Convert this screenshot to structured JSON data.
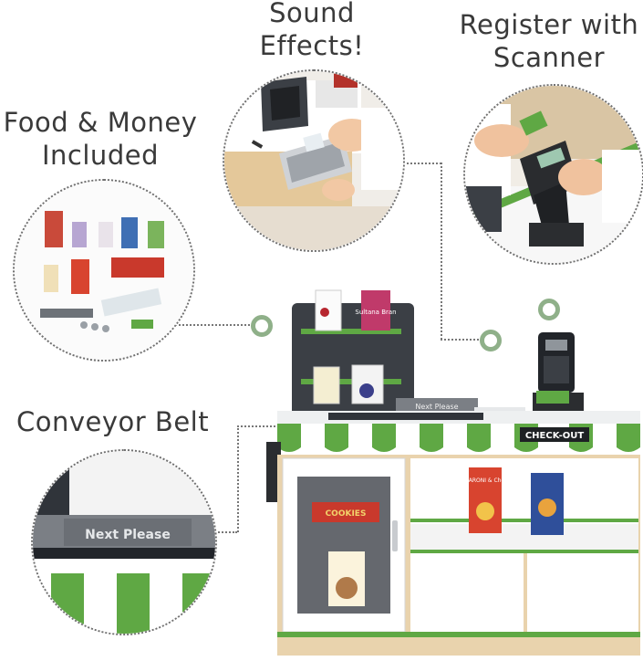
{
  "captions": {
    "sound": "Sound\nEffects!",
    "register": "Register with\nScanner",
    "food": "Food & Money\nIncluded",
    "conveyor": "Conveyor Belt"
  },
  "product_labels": {
    "next_please": "Next Please",
    "checkout_sign": "CHECK-OUT",
    "cookies": "COOKIES",
    "sultana_bran": "Sultana Bran",
    "macaroni": "MACARONI & Cheese"
  },
  "colors": {
    "accent_green": "#5fa844",
    "ring_green": "#8fb089",
    "dark_panel": "#3b3f45",
    "wood": "#e9d3ad",
    "text": "#3a3a3a"
  }
}
